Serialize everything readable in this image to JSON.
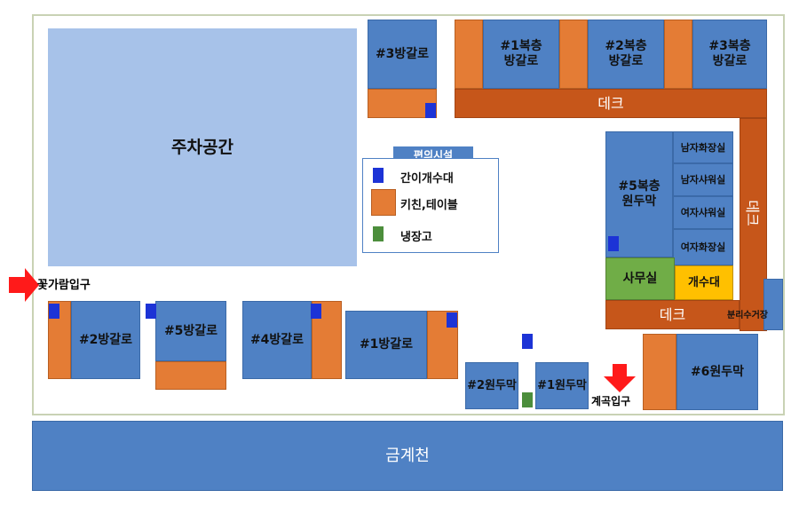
{
  "colors": {
    "building_blue": "#4f81c4",
    "parking_blue": "#a7c2e9",
    "kitchen_orange": "#e47c35",
    "deck_brown": "#c6561a",
    "tap_blue": "#1c33d6",
    "fridge_green": "#4c8e3c",
    "office_green": "#70ad47",
    "tap_station_yellow": "#ffc000",
    "arrow_red": "#ff1a1a"
  },
  "labels": {
    "parking": "주차공간",
    "bungalow3": "#3방갈로",
    "duplex1": "#1복층\n방갈로",
    "duplex2": "#2복층\n방갈로",
    "duplex3": "#3복층\n방갈로",
    "deck": "데크",
    "deck_vertical": "데크",
    "duplex5": "#5복층\n원두막",
    "men_restroom": "남자화장실",
    "men_shower": "남자샤워실",
    "women_shower": "여자샤워실",
    "women_restroom": "여자화장실",
    "office": "사무실",
    "tap_station": "개수대",
    "deck2": "데크",
    "recycling": "분리수거장",
    "entrance_flower": "꽃가람입구",
    "entrance_valley": "계곡입구",
    "bungalow2": "#2방갈로",
    "bungalow5": "#5방갈로",
    "bungalow4": "#4방갈로",
    "bungalow1": "#1방갈로",
    "hut2": "#2원두막",
    "hut1": "#1원두막",
    "hut6": "#6원두막",
    "stream": "금계천"
  },
  "legend": {
    "title": "편의시설",
    "items": [
      {
        "label": "간이개수대",
        "color": "#1c33d6",
        "icon": "simple-tap-marker"
      },
      {
        "label": "키친,테이블",
        "color": "#e47c35",
        "icon": "kitchen-table-marker"
      },
      {
        "label": "냉장고",
        "color": "#4c8e3c",
        "icon": "fridge-marker"
      }
    ]
  }
}
